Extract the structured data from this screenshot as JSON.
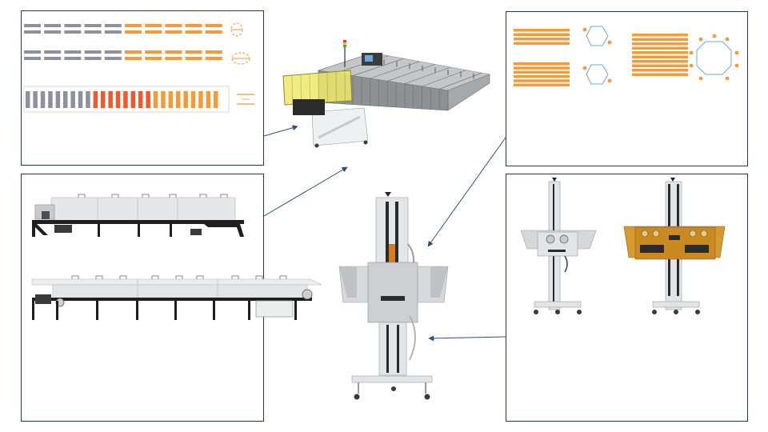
{
  "colors": {
    "frame": "#1f3864",
    "arrow": "#2f4f7f",
    "gray_element": "#8f8f9f",
    "orange_element": "#f39a3b",
    "red_element": "#ee5a2a",
    "hexagon": "#6fa8dc",
    "chamber": "#b9bcbf",
    "chamber_light": "#dfe1e3",
    "steel": "#cfd2d6",
    "dark_steel": "#2b2b2b",
    "guard": "#e9e455",
    "bronze": "#d69a2f"
  },
  "panels": [
    {
      "name": "heater-layout-panel"
    },
    {
      "name": "tube-arrangement-panel"
    },
    {
      "name": "side-view-panel"
    },
    {
      "name": "lift-variants-panel"
    }
  ],
  "icons": [
    "arrow-icon",
    "hexagon-icon",
    "octagon-icon",
    "heater-element-icon"
  ]
}
